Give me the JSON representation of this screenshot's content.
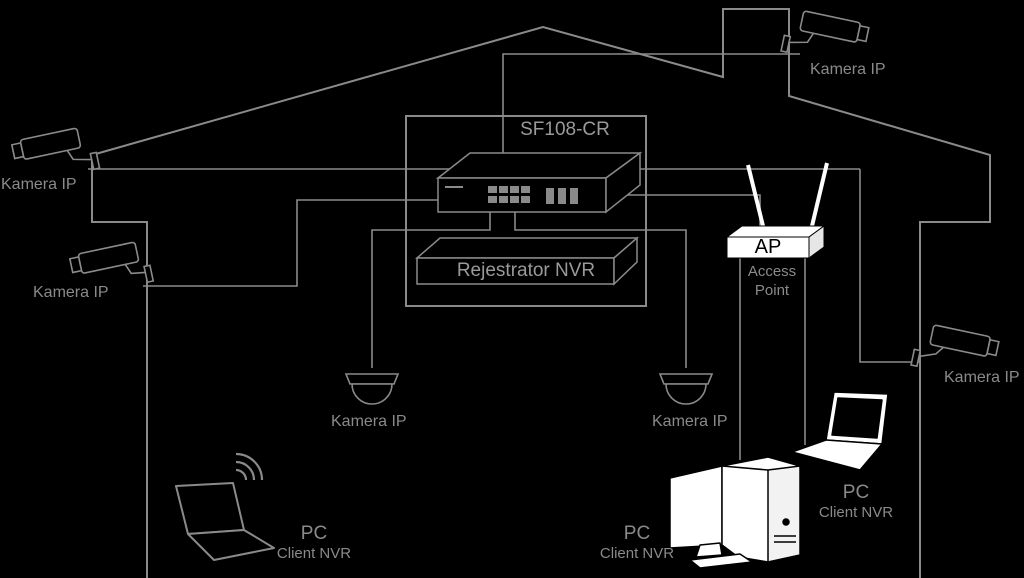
{
  "diagram": {
    "switch_label": "SF108-CR",
    "nvr_label": "Rejestrator NVR",
    "ap": {
      "label": "AP",
      "caption_line1": "Access",
      "caption_line2": "Point"
    },
    "cameras": {
      "top_right": "Kamera IP",
      "left_upper": "Kamera IP",
      "left_lower": "Kamera IP",
      "right": "Kamera IP",
      "dome_left": "Kamera IP",
      "dome_right": "Kamera IP"
    },
    "pc_laptop_left": {
      "title": "PC",
      "subtitle": "Client NVR"
    },
    "pc_desktop": {
      "title": "PC",
      "subtitle": "Client NVR"
    },
    "pc_laptop_right": {
      "title": "PC",
      "subtitle": "Client NVR"
    }
  }
}
